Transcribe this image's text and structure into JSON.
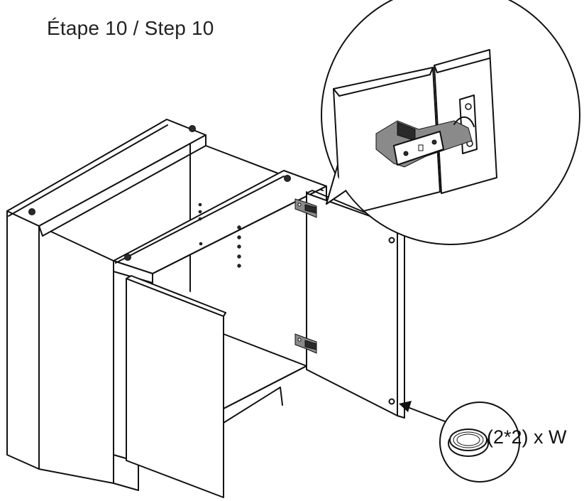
{
  "header": {
    "title": "Étape 10 / Step 10"
  },
  "parts": {
    "bumper_pad": {
      "quantity_label": "(2*2) x W",
      "icon": "felt-bumper-pad-icon"
    }
  },
  "illustration": {
    "main": "base-cabinet-with-doors",
    "detail": "concealed-hinge-detail"
  }
}
